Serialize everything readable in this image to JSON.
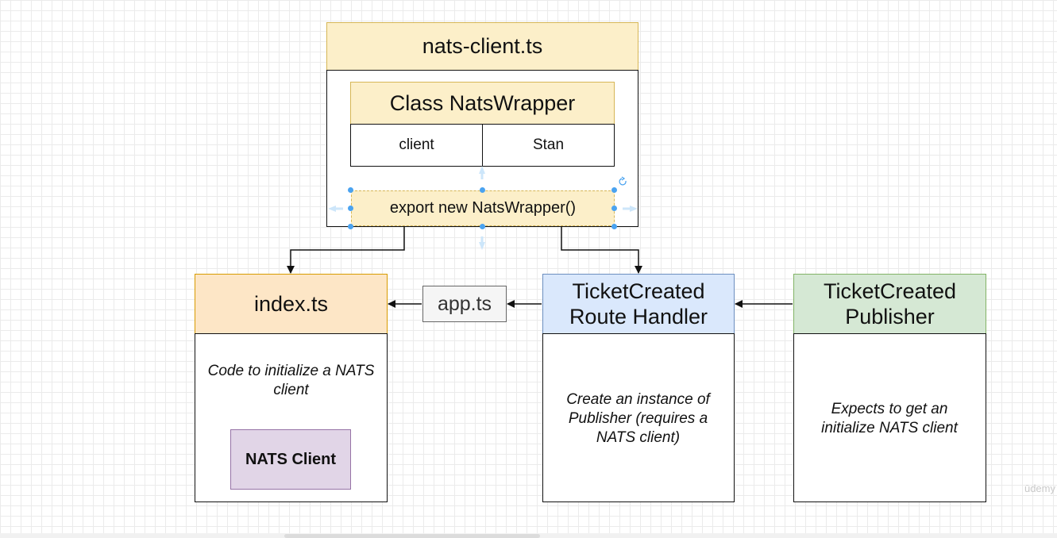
{
  "nats_client": {
    "title": "nats-client.ts",
    "class_name": "Class NatsWrapper",
    "props": [
      "client",
      "Stan"
    ],
    "export_line": "export new NatsWrapper()"
  },
  "index": {
    "title": "index.ts",
    "description": "Code to initialize a NATS client",
    "inner_box": "NATS Client"
  },
  "app": {
    "label": "app.ts"
  },
  "route_handler": {
    "title": "TicketCreated Route Handler",
    "description": "Create an instance of Publisher (requires a NATS client)"
  },
  "publisher": {
    "title": "TicketCreated Publisher",
    "description": "Expects to get an initialize NATS client"
  },
  "watermark": "ūdemy",
  "colors": {
    "yellow_fill": "#fcefc9",
    "orange_fill": "#fde6c6",
    "blue_fill": "#dae8fc",
    "green_fill": "#d5e8d4",
    "purple_fill": "#e1d5e7",
    "selection": "#4aa3f0"
  }
}
